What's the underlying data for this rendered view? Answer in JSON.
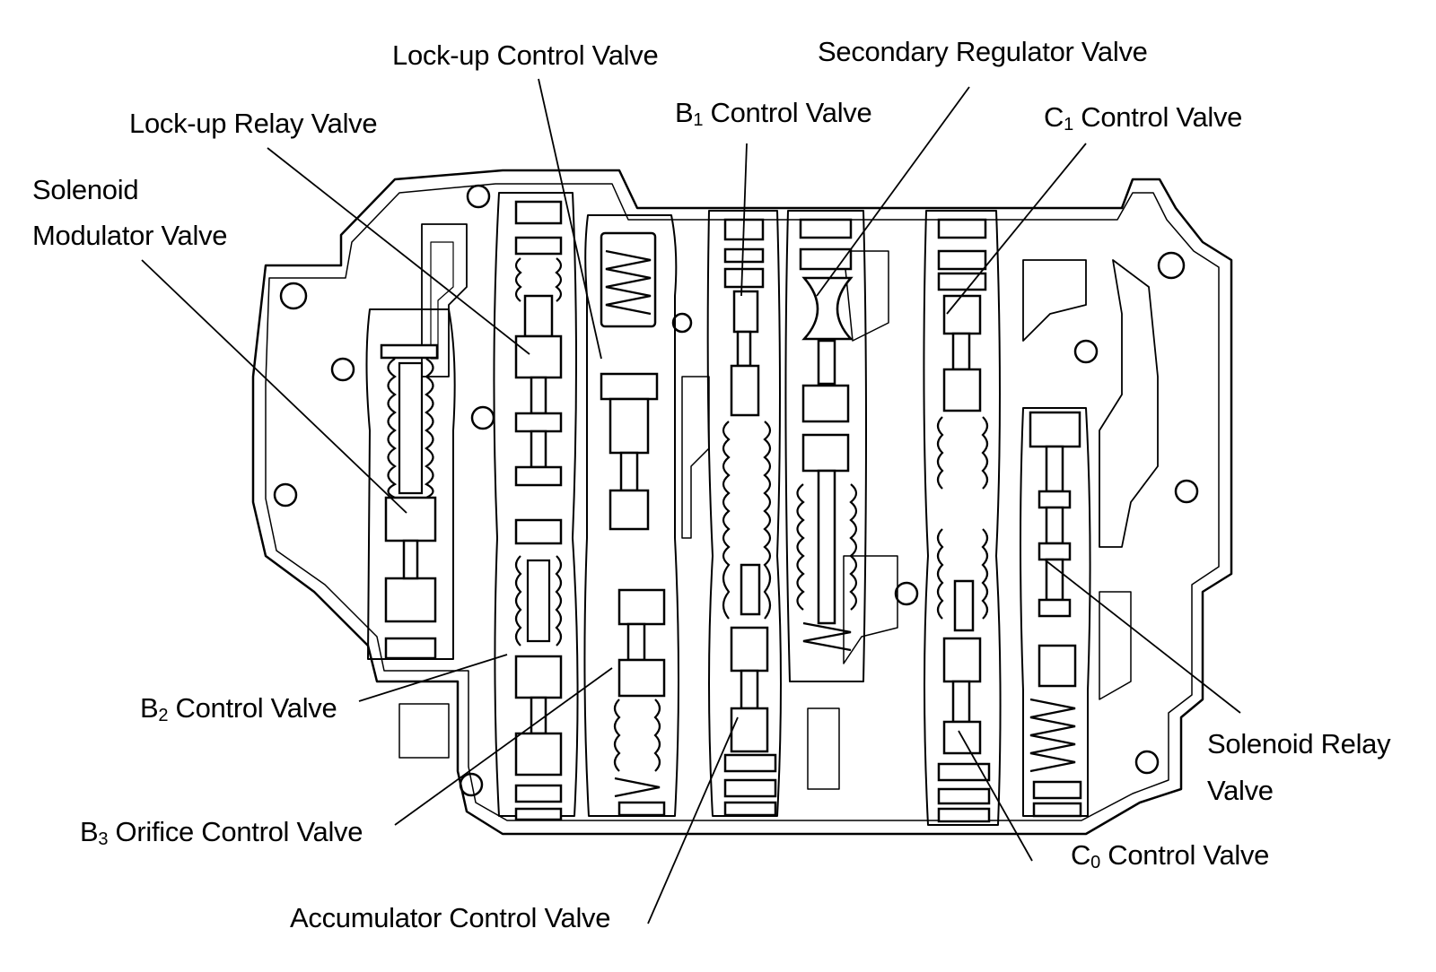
{
  "labels": {
    "lockup_control": "Lock-up Control Valve",
    "secondary_regulator": "Secondary Regulator Valve",
    "b1_control": {
      "main": "B",
      "sub": "1",
      "rest": " Control Valve"
    },
    "c1_control": {
      "main": "C",
      "sub": "1",
      "rest": " Control Valve"
    },
    "lockup_relay": "Lock-up Relay Valve",
    "solenoid_modulator_line1": "Solenoid",
    "solenoid_modulator_line2": "Modulator Valve",
    "b2_control": {
      "main": "B",
      "sub": "2",
      "rest": " Control Valve"
    },
    "b3_orifice": {
      "main": "B",
      "sub": "3",
      "rest": " Orifice Control Valve"
    },
    "accumulator_control": "Accumulator Control Valve",
    "solenoid_relay_line1": "Solenoid Relay",
    "solenoid_relay_line2": "Valve",
    "c0_control": {
      "main": "C",
      "sub": "0",
      "rest": " Control Valve"
    }
  },
  "colors": {
    "ink": "#000000",
    "paper": "#ffffff"
  }
}
